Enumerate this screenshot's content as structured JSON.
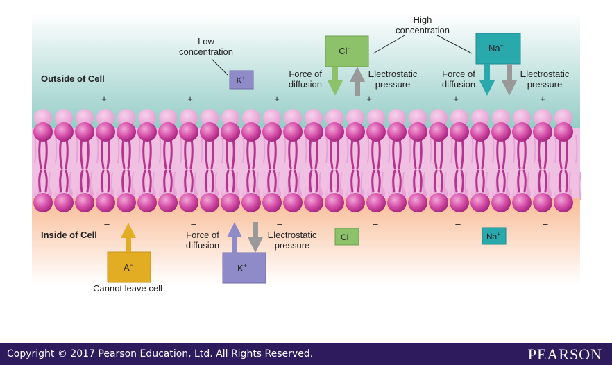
{
  "regions": {
    "outside": "Outside of Cell",
    "inside": "Inside of Cell"
  },
  "annotations": {
    "high_concentration": [
      "High",
      "concentration"
    ],
    "low_concentration": [
      "Low",
      "concentration"
    ],
    "force_of_diffusion": [
      "Force of",
      "diffusion"
    ],
    "electrostatic_pressure": [
      "Electrostatic",
      "pressure"
    ],
    "cannot_leave_cell": "Cannot leave cell"
  },
  "ions": {
    "cl": {
      "base": "Cl",
      "sup": "−"
    },
    "na": {
      "base": "Na",
      "sup": "+"
    },
    "k": {
      "base": "K",
      "sup": "+"
    },
    "a": {
      "base": "A",
      "sup": "−"
    }
  },
  "charges": {
    "outside": "+",
    "inside": "–"
  },
  "colors": {
    "cl": "#8dc26b",
    "na": "#2aa9ad",
    "k": "#8f8bc8",
    "a": "#e2ad22",
    "gray_arrow": "#999999",
    "head": "#cc3f9a",
    "outside_bg": "#9cd0cb",
    "inside_bg": "#f8b790"
  },
  "footer": {
    "copyright": "Copyright © 2017 Pearson Education, Ltd. All Rights Reserved.",
    "brand": "PEARSON"
  }
}
